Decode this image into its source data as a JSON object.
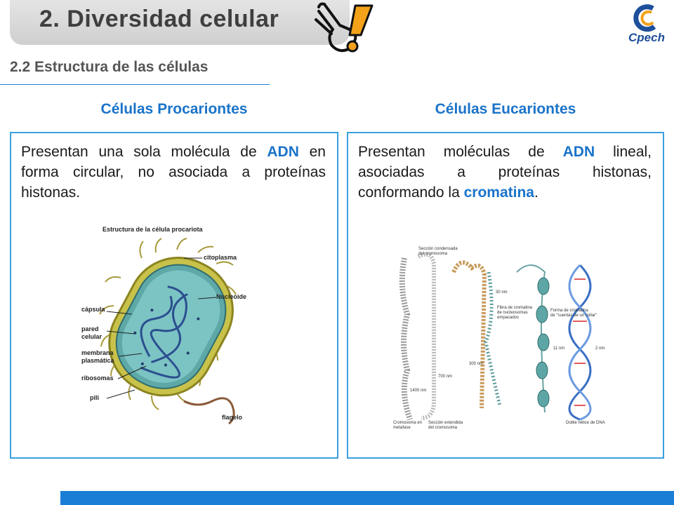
{
  "header": {
    "title": "2. Diversidad celular",
    "logo_text": "Cpech"
  },
  "subtitle": "2.2 Estructura de las células",
  "columns": {
    "left": {
      "heading": "Células Procariontes",
      "text_before": "Presentan una sola molécula de ",
      "highlight": "ADN",
      "text_after": " en forma circular, no asociada a proteínas histonas."
    },
    "right": {
      "heading": "Células Eucariontes",
      "text_before": "Presentan moléculas de ",
      "highlight1": "ADN",
      "text_middle": " lineal, asociadas a proteínas histonas, conformando la ",
      "highlight2": "cromatina",
      "text_after": "."
    }
  },
  "figure_left": {
    "title": "Estructura de la célula procariota",
    "labels": {
      "citoplasma": "citoplasma",
      "nucleoide": "Nucleoide",
      "capsula": "cápsula",
      "pared1": "pared",
      "pared2": "celular",
      "membrana1": "membrana",
      "membrana2": "plasmática",
      "ribosomas": "ribosomas",
      "pili": "pili",
      "flagelo": "flagelo"
    }
  },
  "figure_right": {
    "labels": {
      "seccion_condensada1": "Sección condensada",
      "seccion_condensada2": "del cromosoma",
      "nm30": "30 nm",
      "fibra1": "Fibra de cromatina",
      "fibra2": "de nucleosomas",
      "fibra3": "empacados",
      "forma1": "Forma de cromatina",
      "forma2": "de \"cuentas de un collar\"",
      "nm11": "11 nm",
      "nm2": "2 nm",
      "nm300": "300 nm",
      "nm700": "700 nm",
      "nm1400": "1400 nm",
      "cromosoma1": "Cromosoma en",
      "cromosoma2": "metafase",
      "extendida1": "Sección extendida",
      "extendida2": "del cromosoma",
      "doble_helice": "Doble hélice de DNA"
    }
  },
  "colors": {
    "accent_blue": "#1a73c9",
    "border_blue": "#3aa0e0",
    "bar_blue": "#1a7ed6"
  }
}
